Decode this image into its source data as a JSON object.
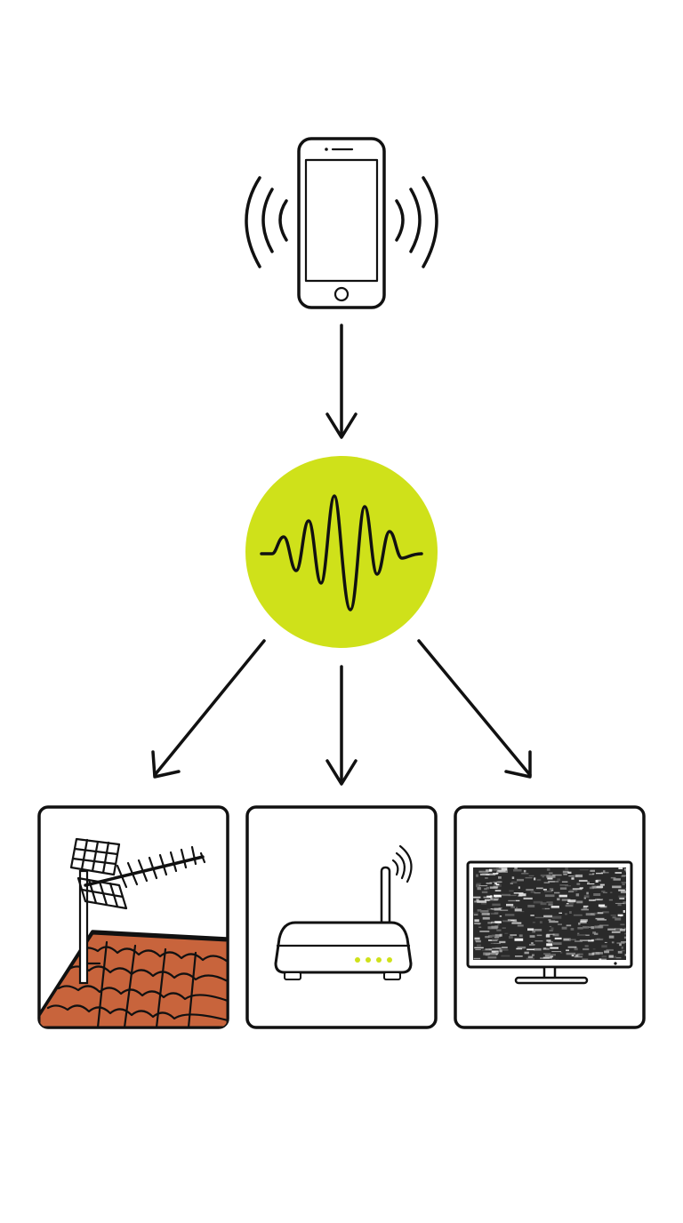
{
  "colors": {
    "ink": "#111111",
    "background": "#ffffff",
    "signal_fill": "#cfe11a",
    "roof_tile": "#c8643c",
    "router_led": "#cfe11a",
    "static_dark": "#2a2a2a",
    "static_light": "#9a9a9a"
  },
  "nodes": {
    "source": {
      "icon": "vibrating-smartphone-icon"
    },
    "signal": {
      "icon": "waveform-icon"
    },
    "targets": [
      {
        "icon": "rooftop-tv-antenna-icon"
      },
      {
        "icon": "wifi-router-icon"
      },
      {
        "icon": "tv-static-screen-icon"
      }
    ]
  },
  "edges": [
    {
      "from": "source",
      "to": "signal"
    },
    {
      "from": "signal",
      "to": "target-1"
    },
    {
      "from": "signal",
      "to": "target-2"
    },
    {
      "from": "signal",
      "to": "target-3"
    }
  ]
}
